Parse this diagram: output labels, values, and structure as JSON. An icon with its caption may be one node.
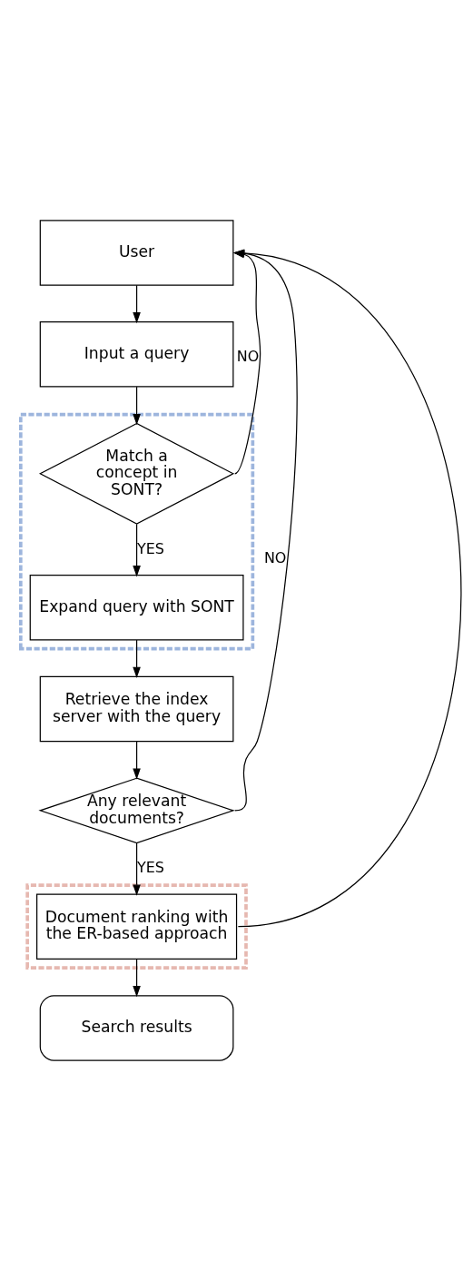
{
  "diagram": {
    "nodes": [
      {
        "text": [
          "User"
        ]
      },
      {
        "text": [
          "Input a query"
        ]
      },
      {
        "text": [],
        "shape": "box"
      },
      {
        "text": [
          "Match a concept in SONT?"
        ],
        "in": 2
      },
      {
        "text": [
          "Expand query with SONT"
        ],
        "in": 2
      },
      {
        "text": [
          "Retrieve the index server with the query"
        ]
      },
      {
        "text": [
          "Any relevant documents?"
        ]
      },
      {
        "text": [],
        "shape": "box"
      },
      {
        "text": [
          "Document ranking with the ER-based approach"
        ],
        "in": 7
      },
      {
        "text": [
          "Search results"
        ]
      }
    ],
    "edges": [
      {
        "from": 0,
        "to": 1,
        "arrow": "to"
      },
      {
        "from": 1,
        "to": 3,
        "arrow": "to"
      },
      {
        "from": 3,
        "to": 4,
        "arrow": "to",
        "label": "YES"
      },
      {
        "from": 3,
        "to": 0,
        "arrow": "to",
        "label": "NO"
      },
      {
        "from": 4,
        "to": 5,
        "arrow": "to"
      },
      {
        "from": 5,
        "to": 6,
        "arrow": "to"
      },
      {
        "from": 6,
        "to": 8,
        "arrow": "to",
        "label": "YES"
      },
      {
        "from": 6,
        "to": 0,
        "arrow": "to",
        "label": "NO"
      },
      {
        "from": 8,
        "to": 0,
        "arrow": "to"
      },
      {
        "from": 8,
        "to": 9,
        "arrow": "to"
      }
    ]
  }
}
